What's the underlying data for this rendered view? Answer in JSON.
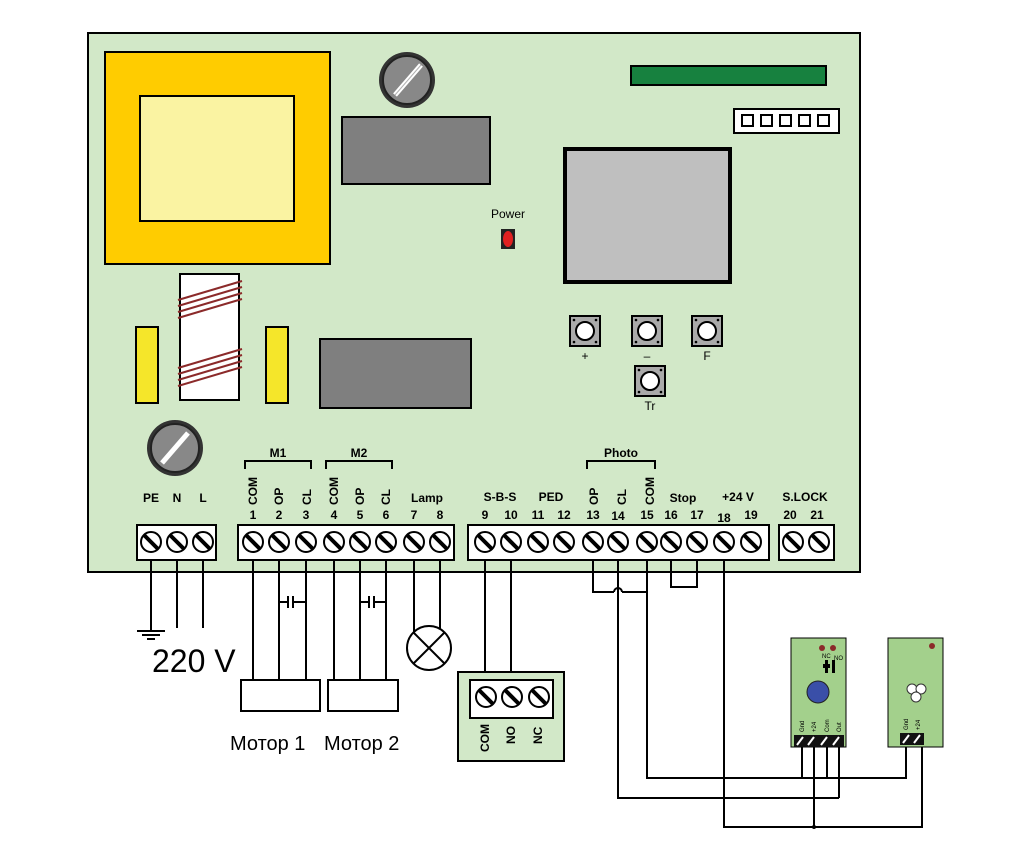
{
  "colors": {
    "board": "#d2e8c8",
    "transformer_outer": "#ffcc00",
    "transformer_inner": "#faf3a2",
    "relay": "#7f7f7f",
    "display": "#bfbfbf",
    "led_red": "#e02020",
    "green_bar": "#17813f",
    "capacitor_yellow": "#f5e62a",
    "coil": "#8b2a2a",
    "sensor_board": "#a3d08c",
    "sensor_lens": "#3a4fa8"
  },
  "board": {
    "power_led_label": "Power",
    "buttons": [
      {
        "id": "plus",
        "label": "+"
      },
      {
        "id": "minus",
        "label": "–"
      },
      {
        "id": "f",
        "label": "F"
      },
      {
        "id": "tr",
        "label": "Tr"
      }
    ],
    "connector_pins": 5
  },
  "terminals": {
    "power_block": {
      "labels": [
        "PE",
        "N",
        "L"
      ]
    },
    "groups": [
      {
        "name": "M1",
        "pins": [
          {
            "num": "1",
            "label": "COM"
          },
          {
            "num": "2",
            "label": "OP"
          },
          {
            "num": "3",
            "label": "CL"
          }
        ]
      },
      {
        "name": "M2",
        "pins": [
          {
            "num": "4",
            "label": "COM"
          },
          {
            "num": "5",
            "label": "OP"
          },
          {
            "num": "6",
            "label": "CL"
          }
        ]
      },
      {
        "name": "Photo",
        "pins": [
          {
            "num": "13",
            "label": "OP"
          },
          {
            "num": "14",
            "label": "CL"
          },
          {
            "num": "15",
            "label": "COM"
          }
        ]
      }
    ],
    "labels": {
      "lamp": "Lamp",
      "sbs": "S-B-S",
      "ped": "PED",
      "stop": "Stop",
      "v24": "+24 V",
      "slock": "S.LOCK"
    },
    "numbers": [
      "1",
      "2",
      "3",
      "4",
      "5",
      "6",
      "7",
      "8",
      "9",
      "10",
      "11",
      "12",
      "13",
      "14",
      "15",
      "16",
      "17",
      "18",
      "19",
      "20",
      "21"
    ]
  },
  "external": {
    "mains_label": "220 V",
    "motor1_label": "Мотор 1",
    "motor2_label": "Мотор 2",
    "relay_block_labels": [
      "COM",
      "NO",
      "NC"
    ],
    "receiver_terminals": [
      "Gnd",
      "+24",
      "Com",
      "Out"
    ],
    "receiver_jumper_labels": [
      "NC",
      "NO"
    ],
    "transmitter_terminals": [
      "Gnd",
      "+24"
    ]
  }
}
